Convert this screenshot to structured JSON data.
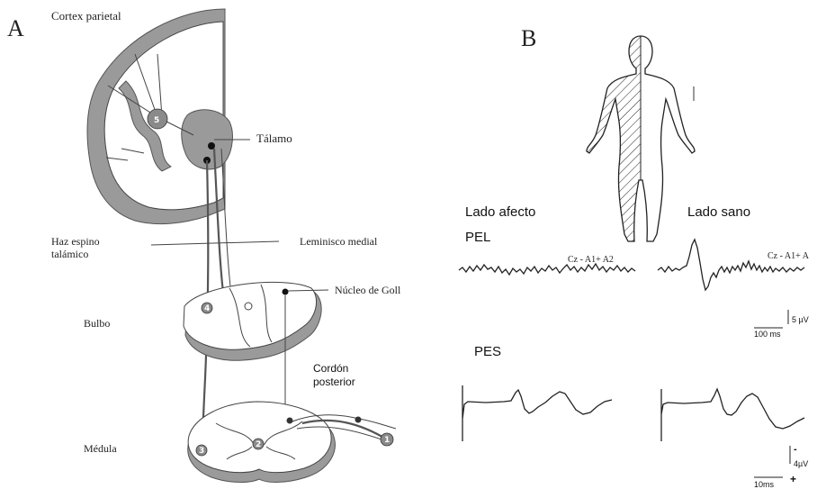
{
  "panel_a": {
    "letter": "A",
    "labels": {
      "cortex": "Cortex parietal",
      "thalamus": "Tálamo",
      "spinothalamic_1": "Haz espino",
      "spinothalamic_2": "talámico",
      "lemniscus": "Leminisco medial",
      "goll": "Núcleo de Goll",
      "medulla_oblongata": "Bulbo",
      "posterior_1": "Cordón",
      "posterior_2": "posterior",
      "spinal_cord": "Médula"
    },
    "nodes": [
      "1",
      "2",
      "3",
      "4",
      "5"
    ]
  },
  "panel_b": {
    "letter": "B",
    "affected_side": "Lado afecto",
    "healthy_side": "Lado sano",
    "pel_label": "PEL",
    "pes_label": "PES",
    "montage_left": "Cz - A1+ A2",
    "montage_right": "Cz - A1+ A",
    "pel_amp_scale": "5 µV",
    "pel_time_scale": "100 ms",
    "pes_amp_scale": "4µV",
    "pes_time_scale": "10ms",
    "polarity_neg": "-",
    "polarity_pos": "+"
  }
}
